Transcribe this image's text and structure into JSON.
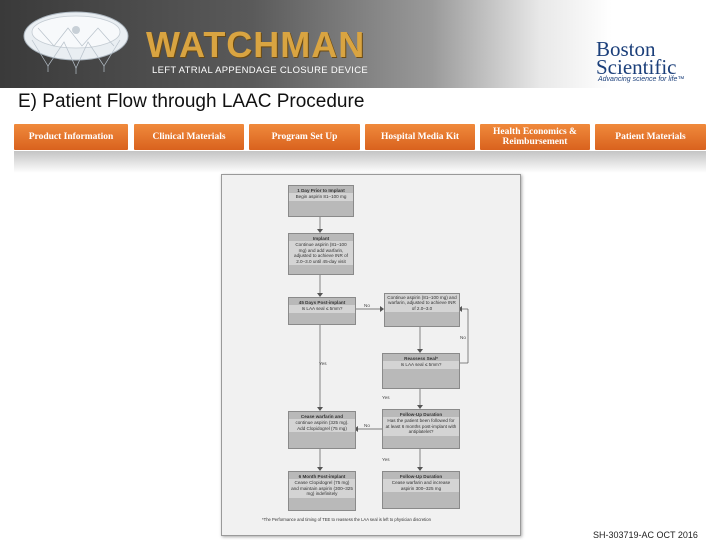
{
  "header": {
    "brand": "WATCHMAN",
    "subtitle": "LEFT ATRIAL APPENDAGE CLOSURE DEVICE",
    "company_line1": "Boston",
    "company_line2": "Scientific",
    "tagline": "Advancing science for life™"
  },
  "slide_title": "E) Patient Flow through LAAC Procedure",
  "nav": {
    "tabs": [
      {
        "label": "Product Information"
      },
      {
        "label": "Clinical Materials"
      },
      {
        "label": "Program Set Up"
      },
      {
        "label": "Hospital Media Kit"
      },
      {
        "label": "Health Economics & Reimbursement"
      },
      {
        "label": "Patient Materials"
      }
    ]
  },
  "flowchart": {
    "box1_title": "1 Day Prior to Implant",
    "box1_body": "Begin aspirin 81–100 mg",
    "box2_title": "Implant",
    "box2_body": "Continue aspirin (81–100 mg) and add warfarin, adjusted to achieve INR of 2.0–3.0 until 45-day visit",
    "box3_title": "45 Days Post-implant",
    "box3_body": "Is LAA seal ≤ 5mm?",
    "box4_body": "Continue aspirin (81–100 mg) and warfarin, adjusted to achieve INR of 2.0–3.0",
    "box5_title": "Reassess Seal*",
    "box5_body": "Is LAA seal ≤ 5mm?",
    "box6_title": "Cease warfarin and",
    "box6_body": "continue aspirin (325 mg). Add Clopidogrel (75 mg)",
    "box7_title": "Follow-Up Duration",
    "box7_body": "Has the patient been followed for at least 6 months post-implant with antiplatelet?",
    "box8_title": "6 Month Post-implant",
    "box8_body": "Cease Clopidogrel (75 mg) and maintain aspirin (300–325 mg) indefinitely",
    "box9_title": "Follow-Up Duration",
    "box9_body": "Cease warfarin and increase aspirin 300–325 mg",
    "label_no": "No",
    "label_yes": "Yes",
    "footnote": "*The Performance and timing of TEE to reassess the LAA seal is left to physician discretion"
  },
  "footer_code": "SH-303719-AC OCT 2016",
  "colors": {
    "tab_orange": "#e8742a",
    "brand_gold": "#d9a441",
    "bsc_blue": "#1b3f7a"
  }
}
